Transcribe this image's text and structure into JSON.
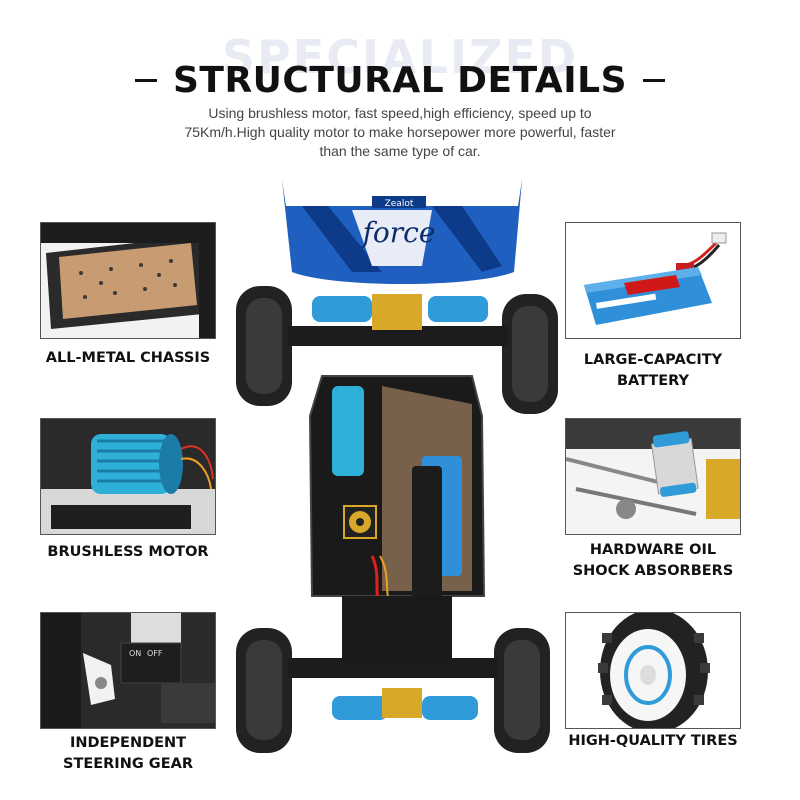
{
  "watermark": "SPECIALIZED",
  "title": "STRUCTURAL DETAILS",
  "subtitle": "Using brushless motor, fast speed,high efficiency, speed up to 75Km/h.High quality motor to make horsepower more powerful, faster than the same type of car.",
  "wing_logo": "Zealot",
  "wing_script": "force",
  "features": {
    "chassis": "ALL-METAL CHASSIS",
    "battery_line1": "LARGE-CAPACITY",
    "battery_line2": "BATTERY",
    "motor": "BRUSHLESS MOTOR",
    "shock_line1": "HARDWARE OIL",
    "shock_line2": "SHOCK ABSORBERS",
    "steering_line1": "INDEPENDENT",
    "steering_line2": "STEERING GEAR",
    "tires": "HIGH-QUALITY TIRES"
  },
  "switch_on": "ON",
  "switch_off": "OFF",
  "colors": {
    "accent_blue": "#2f9bd8",
    "chassis_copper": "#c79c72",
    "gold": "#d8a828",
    "battery_red": "#e02020"
  }
}
